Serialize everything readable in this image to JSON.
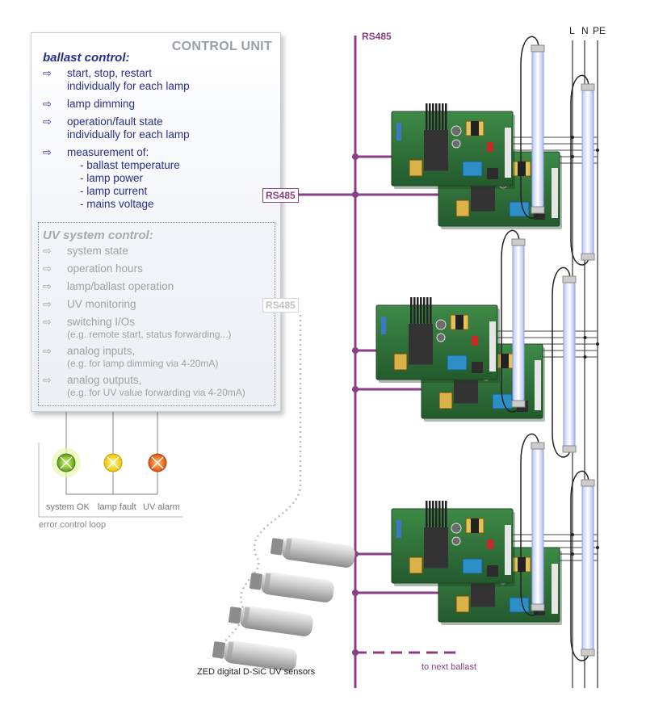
{
  "control_unit": {
    "title": "CONTROL UNIT",
    "ballast_title": "ballast control:",
    "ballast_items": [
      "start, stop, restart",
      "individually for each lamp",
      "lamp dimming",
      "operation/fault state",
      "individually for each lamp",
      "measurement of:",
      "- ballast temperature",
      "- lamp power",
      "- lamp current",
      "- mains voltage"
    ],
    "uv_title": "UV system control:",
    "uv_items": [
      "system state",
      "operation hours",
      "lamp/ballast operation",
      "UV monitoring",
      "switching I/Os",
      "(e.g. remote start, status forwarding...)",
      "analog inputs,",
      "(e.g. for lamp dimming via 4-20mA)",
      "analog outputs,",
      "(e.g. for UV value forwarding via 4-20mA)"
    ]
  },
  "bus": {
    "top_label": "RS485",
    "box_label": "RS485",
    "ghost_label": "RS485",
    "next_label": "to next ballast"
  },
  "power_lines": {
    "l": "L",
    "n": "N",
    "pe": "PE"
  },
  "indicators": {
    "ok": "system OK",
    "fault": "lamp fault",
    "alarm": "UV alarm",
    "loop": "error control loop"
  },
  "sensors_label": "ZED digital D-SiC UV sensors",
  "colors": {
    "bus": "#8a3e83",
    "text_blue": "#2a2f86",
    "pcb": "#2f6f3a"
  }
}
